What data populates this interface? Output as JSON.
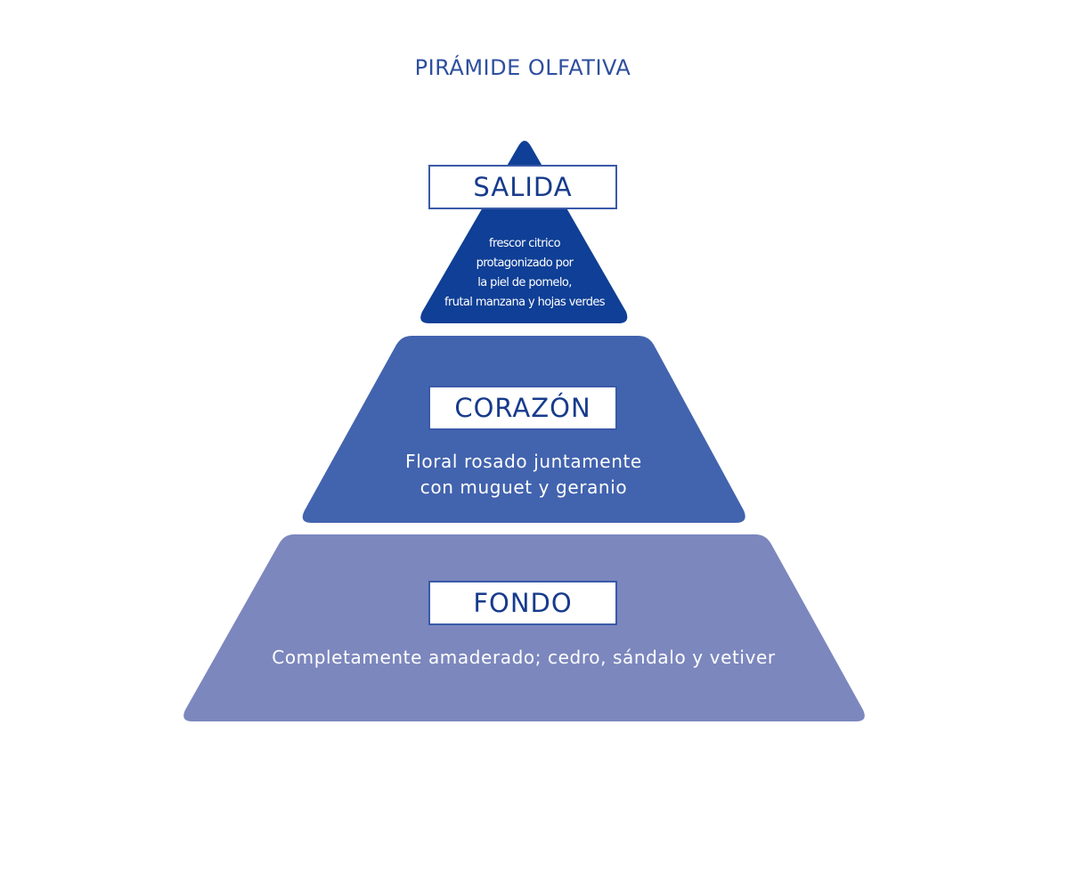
{
  "title": "PIRÁMIDE OLFATIVA",
  "colors": {
    "title": "#2e4f9e",
    "tier_top": "#0f3f96",
    "tier_middle": "#4263ae",
    "tier_bottom": "#7c87be",
    "label_text": "#173b8c",
    "label_border": "#3a5aa8"
  },
  "tiers": [
    {
      "label": "SALIDA",
      "description_lines": [
        "frescor citrico",
        "protagonizado por",
        "la piel de pomelo,",
        "frutal manzana y hojas verdes"
      ]
    },
    {
      "label": "CORAZÓN",
      "description_lines": [
        "Floral rosado juntamente",
        "con muguet y geranio"
      ]
    },
    {
      "label": "FONDO",
      "description_lines": [
        "Completamente amaderado; cedro, sándalo y vetiver"
      ]
    }
  ]
}
